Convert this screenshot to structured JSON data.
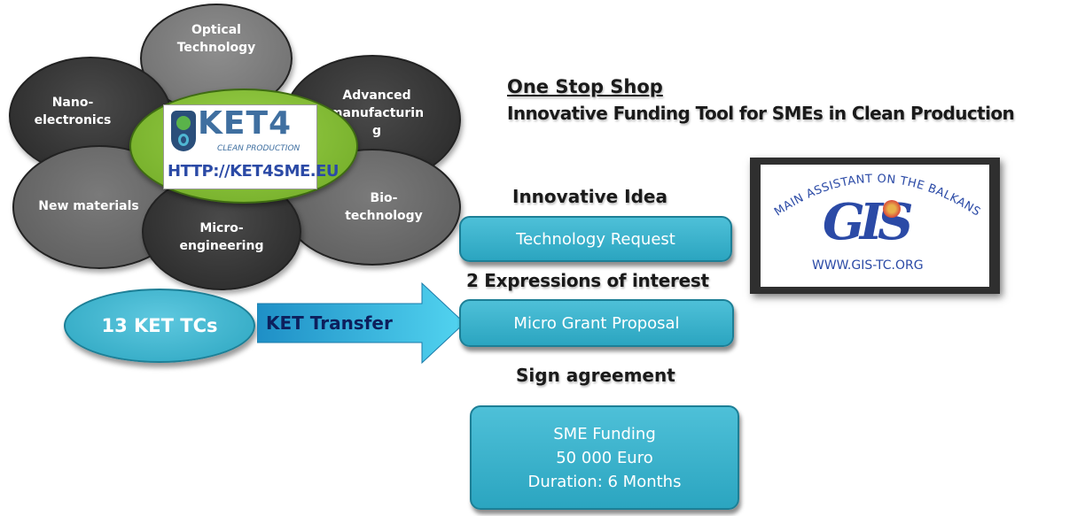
{
  "title": {
    "line1": "One Stop Shop",
    "line2": "Innovative Funding Tool for SMEs in Clean Production"
  },
  "flower": {
    "petals": {
      "optical": "Optical\nTechnology",
      "advanced": "Advanced\nmanufacturin\ng",
      "nano": "Nano-\nelectronics",
      "bio": "Bio-\ntechnology",
      "new_materials": "New materials",
      "micro": "Micro-\nengineering"
    },
    "logo": {
      "brand": "KET4",
      "sub": "CLEAN PRODUCTION",
      "url": "HTTP://KET4SME.EU"
    }
  },
  "ket_tcs": "13 KET TCs",
  "arrow_label": "KET Transfer",
  "steps": {
    "innovative_idea": "Innovative Idea",
    "technology_request": "Technology Request",
    "expressions": "2 Expressions of interest",
    "micro_grant": "Micro Grant Proposal",
    "sign_agreement": "Sign agreement",
    "funding_line1": "SME Funding",
    "funding_line2": "50 000 Euro",
    "funding_line3": "Duration: 6 Months"
  },
  "gis_logo": {
    "arc_text": "MAIN ASSISTANT ON THE BALKANS",
    "letters": "GIS",
    "url": "WWW.GIS-TC.ORG"
  },
  "colors": {
    "accent_blue": "#2ba5c0",
    "green_center": "#7cbf2e",
    "petal_dark": "#333333",
    "logo_blue": "#2b4aa6"
  }
}
